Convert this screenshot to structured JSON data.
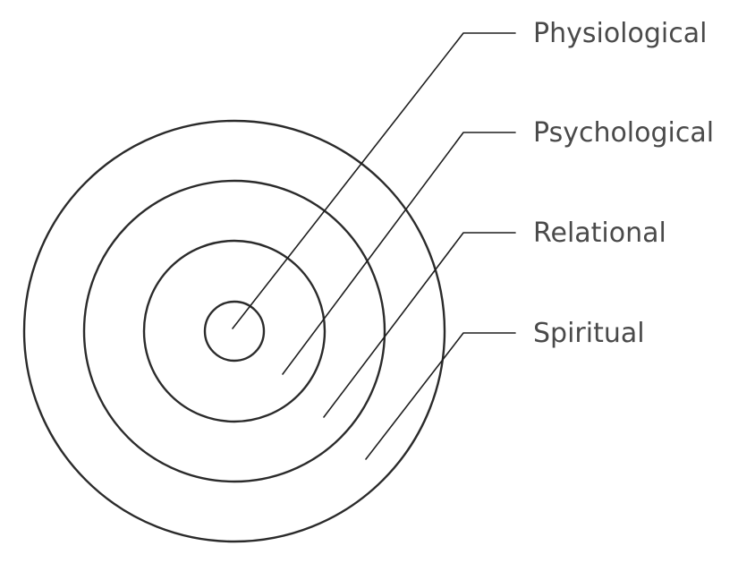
{
  "diagram": {
    "colors": {
      "line": "#1f1f1f",
      "ring": "#2b2b2b",
      "text": "#4a4a4a",
      "background": "#ffffff"
    },
    "layers": [
      {
        "id": "physiological",
        "label": "Physiological"
      },
      {
        "id": "psychological",
        "label": "Psychological"
      },
      {
        "id": "relational",
        "label": "Relational"
      },
      {
        "id": "spiritual",
        "label": "Spiritual"
      }
    ]
  }
}
